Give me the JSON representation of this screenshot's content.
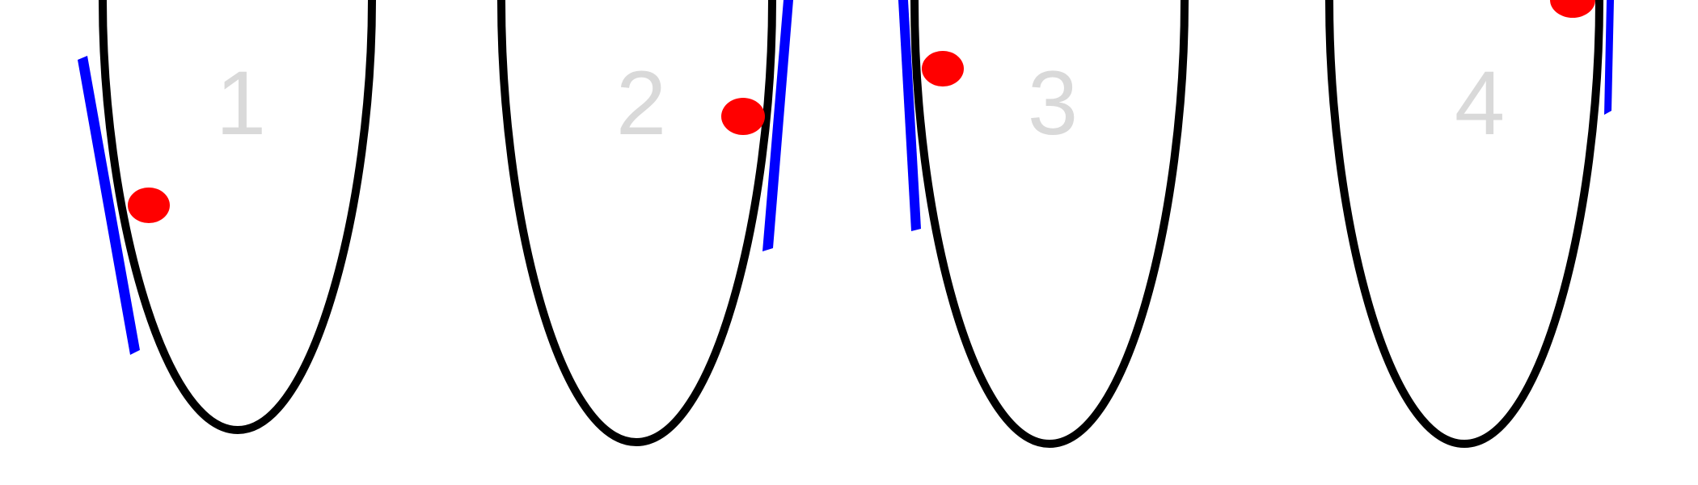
{
  "colors": {
    "background": "#ffffff",
    "curve": "#000000",
    "tangent_line": "#0000ff",
    "point": "#ff0000",
    "panel_number": "#d9d9d9"
  },
  "panels": [
    {
      "number": "1"
    },
    {
      "number": "2"
    },
    {
      "number": "3"
    },
    {
      "number": "4"
    }
  ]
}
